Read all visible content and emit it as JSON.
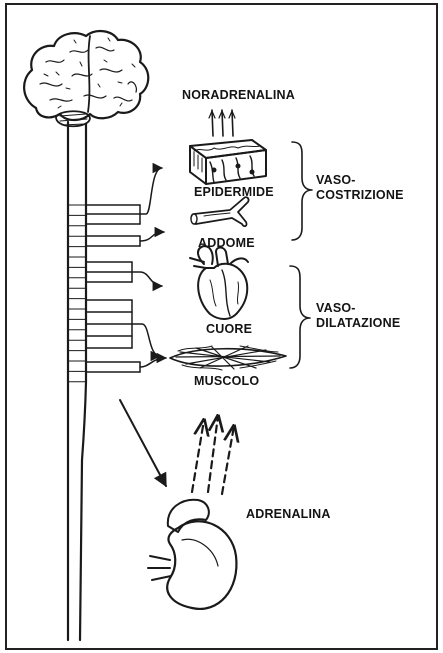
{
  "labels": {
    "noradrenalina": "NORADRENALINA",
    "epidermide": "EPIDERMIDE",
    "addome": "ADDOME",
    "cuore": "CUORE",
    "muscolo": "MUSCOLO",
    "adrenalina": "ADRENALINA",
    "vasocostrizione_line1": "VASO-",
    "vasocostrizione_line2": "COSTRIZIONE",
    "vasodilatazione_line1": "VASO-",
    "vasodilatazione_line2": "DILATAZIONE"
  },
  "icons": {
    "brain": "brain-icon",
    "spinal_cord": "spinal-cord-icon",
    "skin_block": "skin-block-icon",
    "blood_vessel": "blood-vessel-icon",
    "heart": "heart-icon",
    "muscle": "muscle-fibers-icon",
    "kidney_adrenal": "adrenal-kidney-icon"
  },
  "colors": {
    "ink": "#1a1a1a",
    "paper": "#ffffff",
    "frame": "#222222"
  }
}
